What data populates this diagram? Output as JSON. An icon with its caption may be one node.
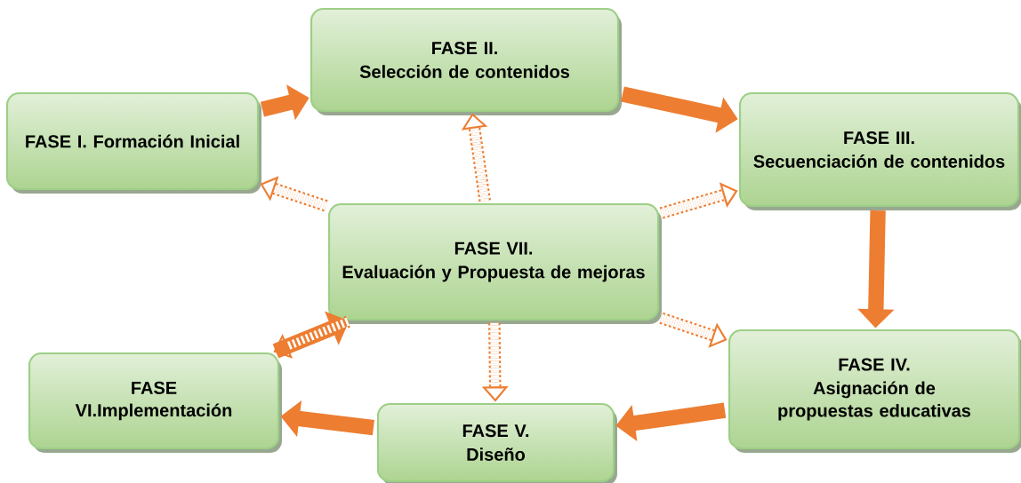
{
  "diagram": {
    "nodes": [
      {
        "text": [
          "FASE I. Formación Inicial"
        ]
      },
      {
        "text": [
          "FASE II.",
          "Selección de contenidos"
        ]
      },
      {
        "text": [
          "FASE III.",
          "Secuenciación de contenidos"
        ]
      },
      {
        "text": [
          "FASE IV.",
          "Asignación de propuestas educativas"
        ]
      },
      {
        "text": [
          "FASE V.",
          "Diseño"
        ]
      },
      {
        "text": [
          "FASE VI.Implementación"
        ]
      },
      {
        "text": [
          "FASE VII.",
          "Evaluación y Propuesta de mejoras"
        ]
      }
    ],
    "edges": [
      {
        "from": 0,
        "to": 1,
        "arrow": "to"
      },
      {
        "from": 1,
        "to": 2,
        "arrow": "to"
      },
      {
        "from": 2,
        "to": 3,
        "arrow": "to"
      },
      {
        "from": 3,
        "to": 4,
        "arrow": "to"
      },
      {
        "from": 4,
        "to": 5,
        "arrow": "to"
      },
      {
        "from": 5,
        "to": 6,
        "arrow": "to"
      },
      {
        "from": 6,
        "to": 0,
        "arrow": "to",
        "style": "dashed"
      },
      {
        "from": 6,
        "to": 1,
        "arrow": "to",
        "style": "dashed"
      },
      {
        "from": 6,
        "to": 2,
        "arrow": "to",
        "style": "dashed"
      },
      {
        "from": 6,
        "to": 3,
        "arrow": "to",
        "style": "dashed"
      },
      {
        "from": 6,
        "to": 4,
        "arrow": "to",
        "style": "dashed"
      },
      {
        "from": 6,
        "to": 5,
        "arrow": "to",
        "style": "dashed"
      }
    ]
  }
}
